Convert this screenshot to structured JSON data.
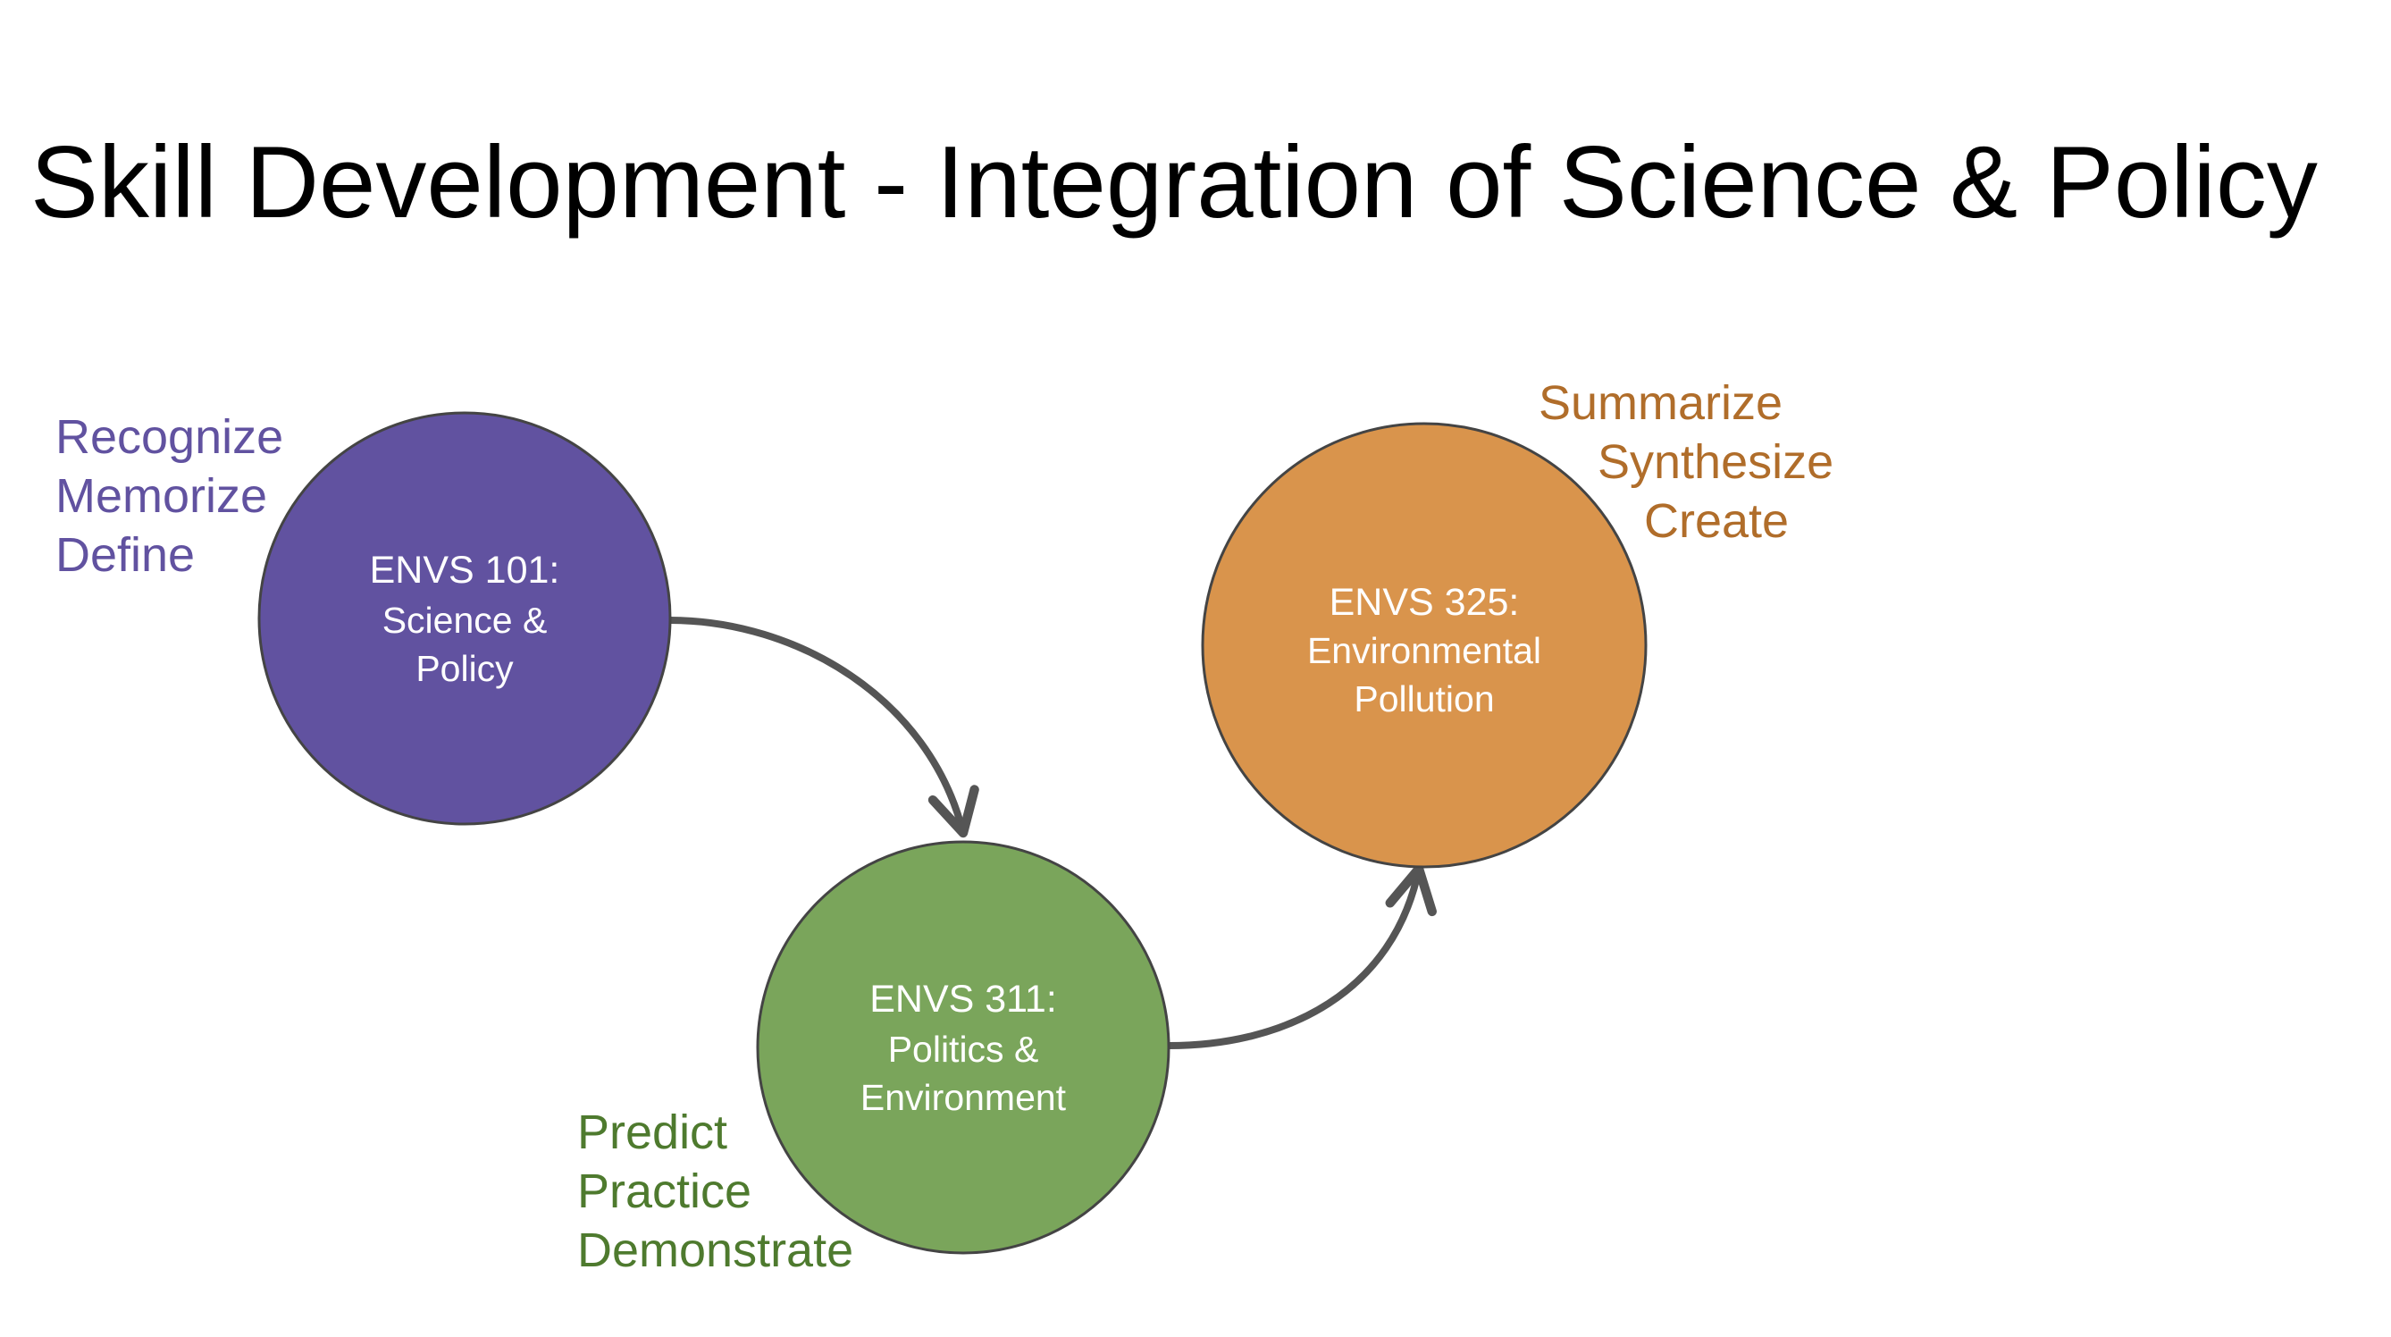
{
  "title": "Skill Development - Integration of Science & Policy",
  "colors": {
    "envs101": "#6152A0",
    "envs311": "#7AA55B",
    "envs325": "#D9944C",
    "skills101": "#6152A0",
    "skills311": "#4E7A2E",
    "skills325": "#B06D2A",
    "arrow": "#555555",
    "circle_outline": "#444444"
  },
  "courses": [
    {
      "code": "ENVS 101:",
      "name_line1": "Science &",
      "name_line2": "Policy"
    },
    {
      "code": "ENVS 311:",
      "name_line1": "Politics &",
      "name_line2": "Environment"
    },
    {
      "code": "ENVS 325:",
      "name_line1": "Environmental",
      "name_line2": "Pollution"
    }
  ],
  "skills": [
    {
      "course": "ENVS 101",
      "items": [
        "Recognize",
        "Memorize",
        "Define"
      ]
    },
    {
      "course": "ENVS 311",
      "items": [
        "Predict",
        "Practice",
        "Demonstrate"
      ]
    },
    {
      "course": "ENVS 325",
      "items": [
        "Summarize",
        "Synthesize",
        "Create"
      ]
    }
  ],
  "connections": [
    {
      "from": "ENVS 101",
      "to": "ENVS 311",
      "icon": "curved-arrow-icon"
    },
    {
      "from": "ENVS 311",
      "to": "ENVS 325",
      "icon": "curved-arrow-icon"
    }
  ]
}
